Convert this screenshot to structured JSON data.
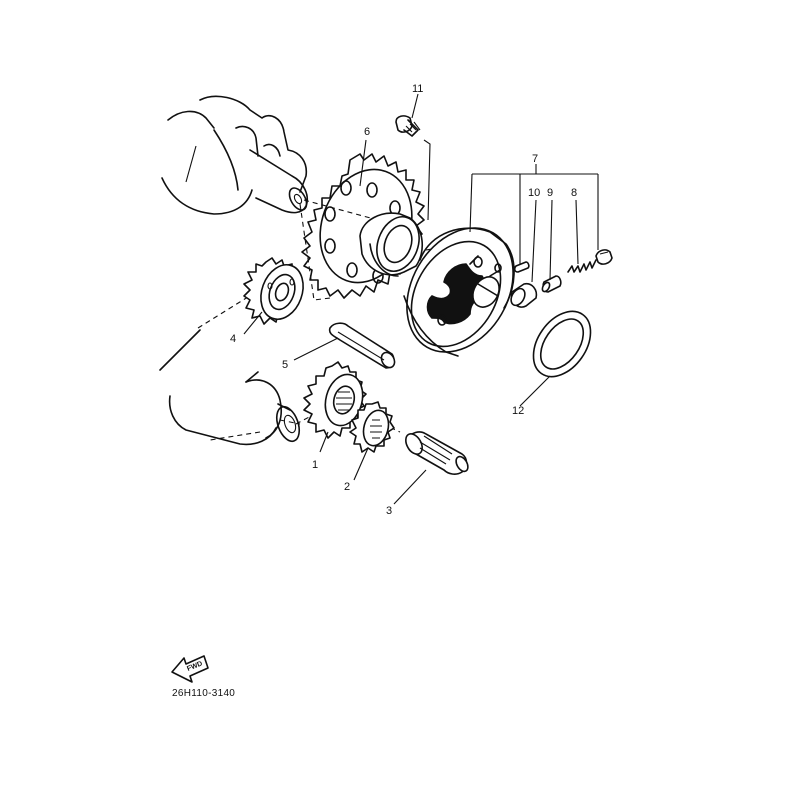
{
  "diagram": {
    "part_code": "26H110-3140",
    "fwd_label": "FWD",
    "callouts": {
      "c1": "1",
      "c2": "2",
      "c3": "3",
      "c4": "4",
      "c5": "5",
      "c6": "6",
      "c7": "7",
      "c8": "8",
      "c9": "9",
      "c10": "10",
      "c11": "11",
      "c12": "12"
    }
  }
}
